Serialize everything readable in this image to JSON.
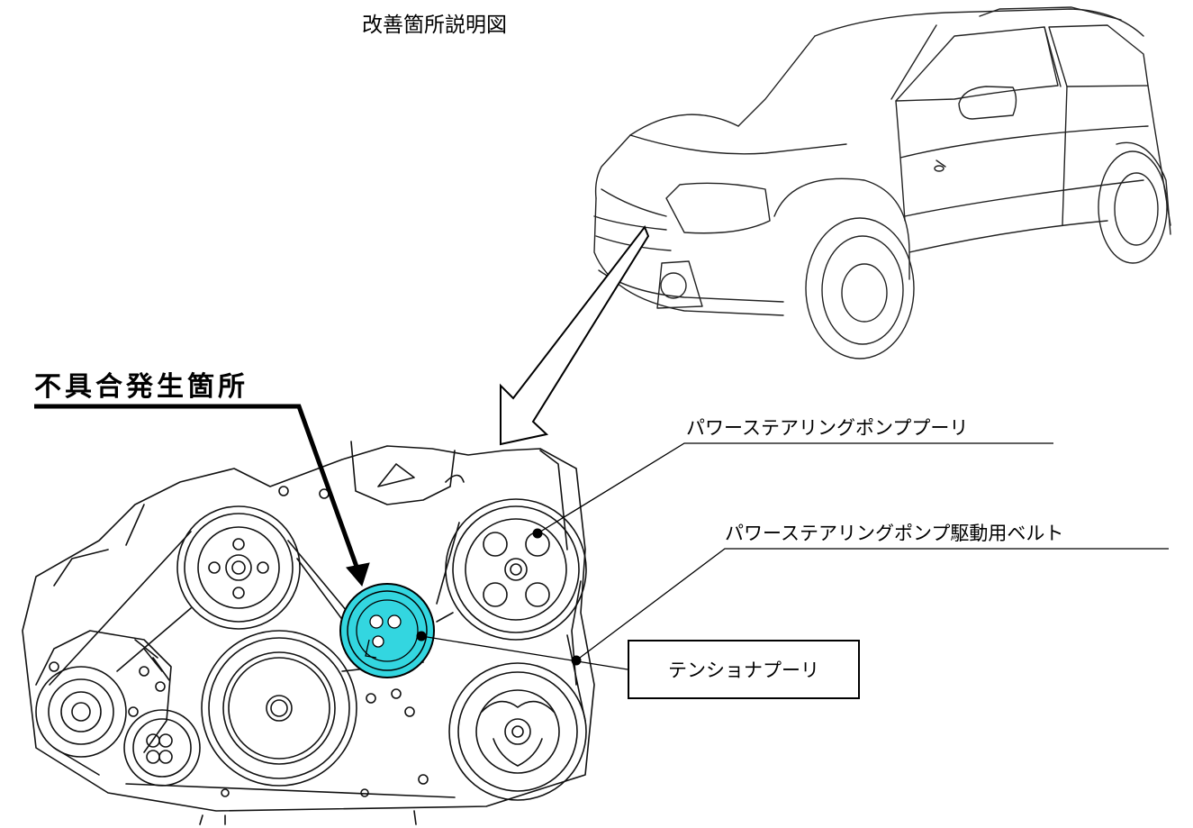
{
  "title": "改善箇所説明図",
  "defect_location_label": "不具合発生箇所",
  "callouts": {
    "power_steering_pump_pulley": "パワーステアリングポンププーリ",
    "power_steering_pump_drive_belt": "パワーステアリングポンプ駆動用ベルト",
    "tensioner_pulley": "テンショナプーリ"
  },
  "colors": {
    "highlight": "#33d6e0",
    "line": "#000000",
    "background": "#ffffff"
  }
}
